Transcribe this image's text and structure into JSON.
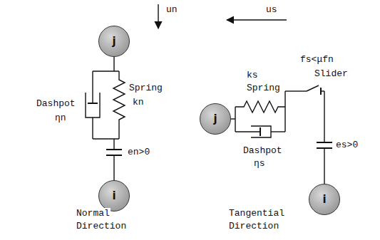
{
  "diagram": {
    "nodes": [
      {
        "text": [
          "j"
        ]
      },
      {
        "text": [
          "i"
        ]
      },
      {
        "text": [
          "j"
        ]
      },
      {
        "text": [
          "i"
        ]
      }
    ],
    "labels": [
      "un",
      "Dashpot",
      "ηn",
      "Spring",
      "kn",
      "en>0",
      "Normal",
      "Direction",
      "us",
      "ks",
      "fs<μfn",
      "Spring",
      "Slider",
      "Dashpot",
      "ηs",
      "es>0",
      "Tangential",
      "Direction"
    ]
  }
}
